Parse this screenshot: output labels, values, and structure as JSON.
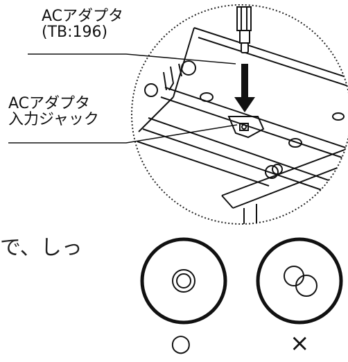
{
  "labels": {
    "adapter_title": "ACアダプタ",
    "adapter_model": "(TB:196)",
    "jack_title": "ACアダプタ",
    "jack_subtitle": "入力ジャック",
    "cropped_text": "で、しっ"
  },
  "symbols": {
    "correct": "○",
    "incorrect": "×"
  }
}
